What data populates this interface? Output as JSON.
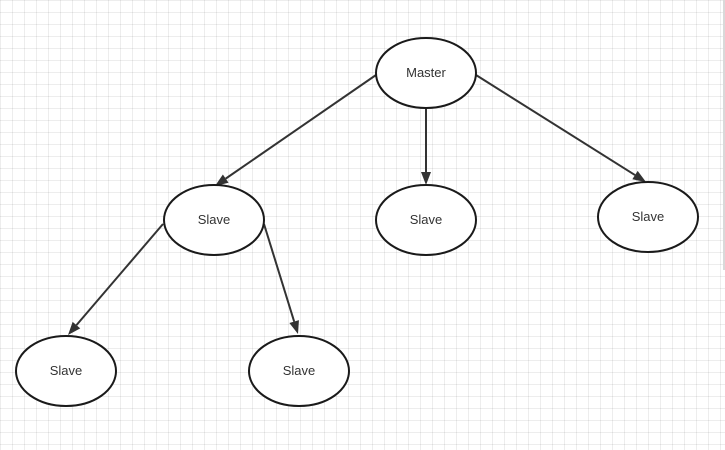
{
  "diagram": {
    "nodes": [
      {
        "id": "master",
        "label": "Master"
      },
      {
        "id": "slave1",
        "label": "Slave"
      },
      {
        "id": "slave2",
        "label": "Slave"
      },
      {
        "id": "slave3",
        "label": "Slave"
      },
      {
        "id": "slave4",
        "label": "Slave"
      },
      {
        "id": "slave5",
        "label": "Slave"
      }
    ],
    "edges": [
      {
        "from": "master",
        "to": "slave1"
      },
      {
        "from": "master",
        "to": "slave2"
      },
      {
        "from": "master",
        "to": "slave3"
      },
      {
        "from": "slave1",
        "to": "slave4"
      },
      {
        "from": "slave1",
        "to": "slave5"
      }
    ]
  }
}
